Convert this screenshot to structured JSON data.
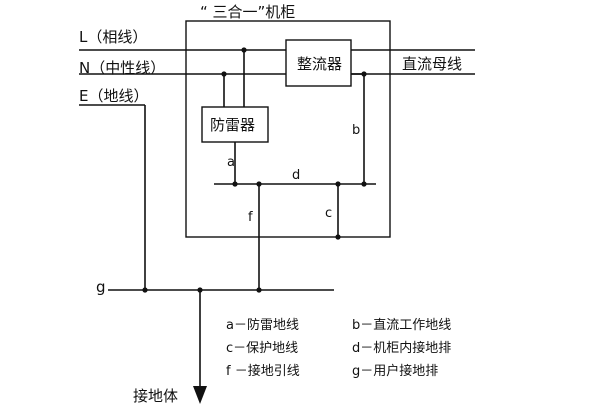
{
  "title": "“ 三合一”机柜",
  "inputs": {
    "L": "L（相线）",
    "N": "N（中性线）",
    "E": "E（地线）"
  },
  "components": {
    "rectifier": "整流器",
    "surge_protector": "防雷器"
  },
  "output": "直流母线",
  "wire_labels": {
    "a": "a",
    "b": "b",
    "c": "c",
    "d": "d",
    "f": "f",
    "g": "g"
  },
  "ground_body": "接地体",
  "legend": [
    "a－防雷地线",
    "b－直流工作地线",
    "c－保护地线",
    "d－机柜内接地排",
    "f －接地引线",
    "g－用户接地排"
  ]
}
